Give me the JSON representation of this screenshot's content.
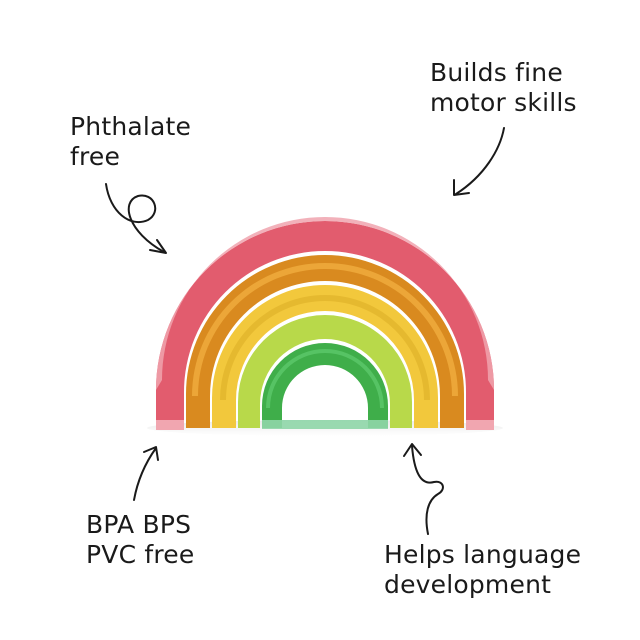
{
  "callouts": {
    "phthalate": {
      "line1": "Phthalate",
      "line2": "free"
    },
    "motor": {
      "line1": "Builds fine",
      "line2": "motor skills"
    },
    "bpa": {
      "line1": "BPA BPS",
      "line2": "PVC free"
    },
    "language": {
      "line1": "Helps language",
      "line2": "development"
    }
  },
  "icons": [
    "curly-arrow-icon",
    "rainbow-stacker-toy"
  ],
  "colors": {
    "background": "#ffffff",
    "text": "#1a1a1a",
    "arc_pink": "#f0a3ae",
    "arc_red": "#e25c6e",
    "arc_orange": "#e89a2c",
    "arc_yellow": "#f2c83c",
    "arc_lime": "#b8d94a",
    "arc_green": "#3fae4a",
    "arc_mint": "#8fd6a8"
  }
}
